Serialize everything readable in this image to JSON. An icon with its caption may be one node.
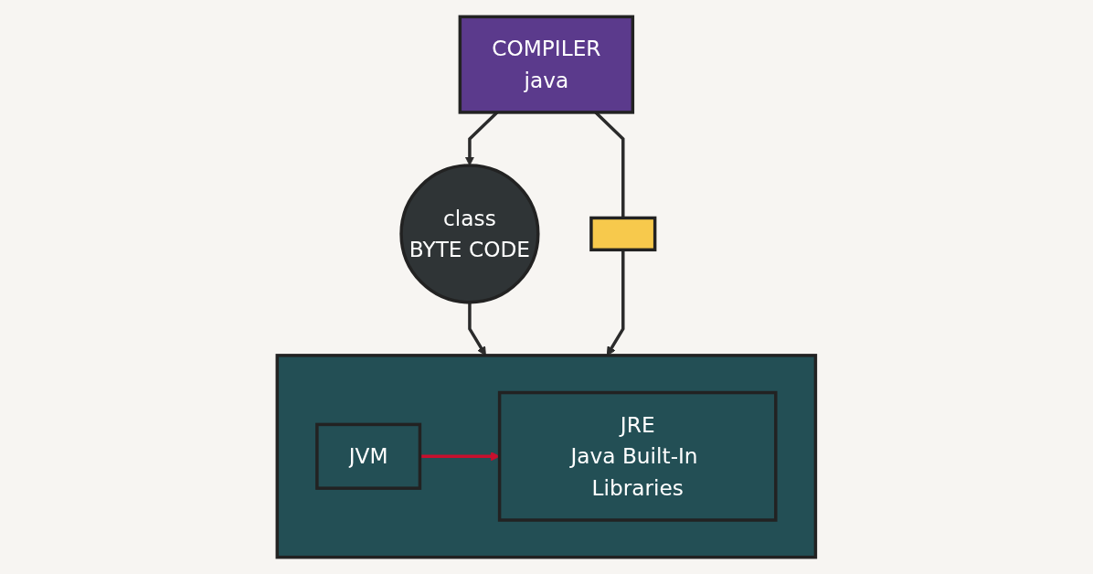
{
  "diagram": {
    "nodes": [
      {
        "text": [
          "class",
          "BYTE CODE"
        ]
      },
      {
        "text": [
          "COMPILER",
          "java"
        ]
      },
      {
        "text": [],
        "shape": "box"
      },
      {
        "text": [
          "JVM"
        ],
        "in": 2
      },
      {
        "text": [
          "JRE",
          "Java Built-In Libraries"
        ],
        "in": 2
      },
      {
        "text": [],
        "shape": "box"
      }
    ],
    "edges": [
      {
        "from": 1,
        "to": 0,
        "arrow": "to"
      },
      {
        "from": 0,
        "to": 2,
        "arrow": "to"
      },
      {
        "from": 1,
        "to": 5,
        "arrow": "none"
      },
      {
        "from": 5,
        "to": 2,
        "arrow": "to"
      },
      {
        "from": 3,
        "to": 4,
        "arrow": "to",
        "color": "#c8102e"
      }
    ]
  }
}
